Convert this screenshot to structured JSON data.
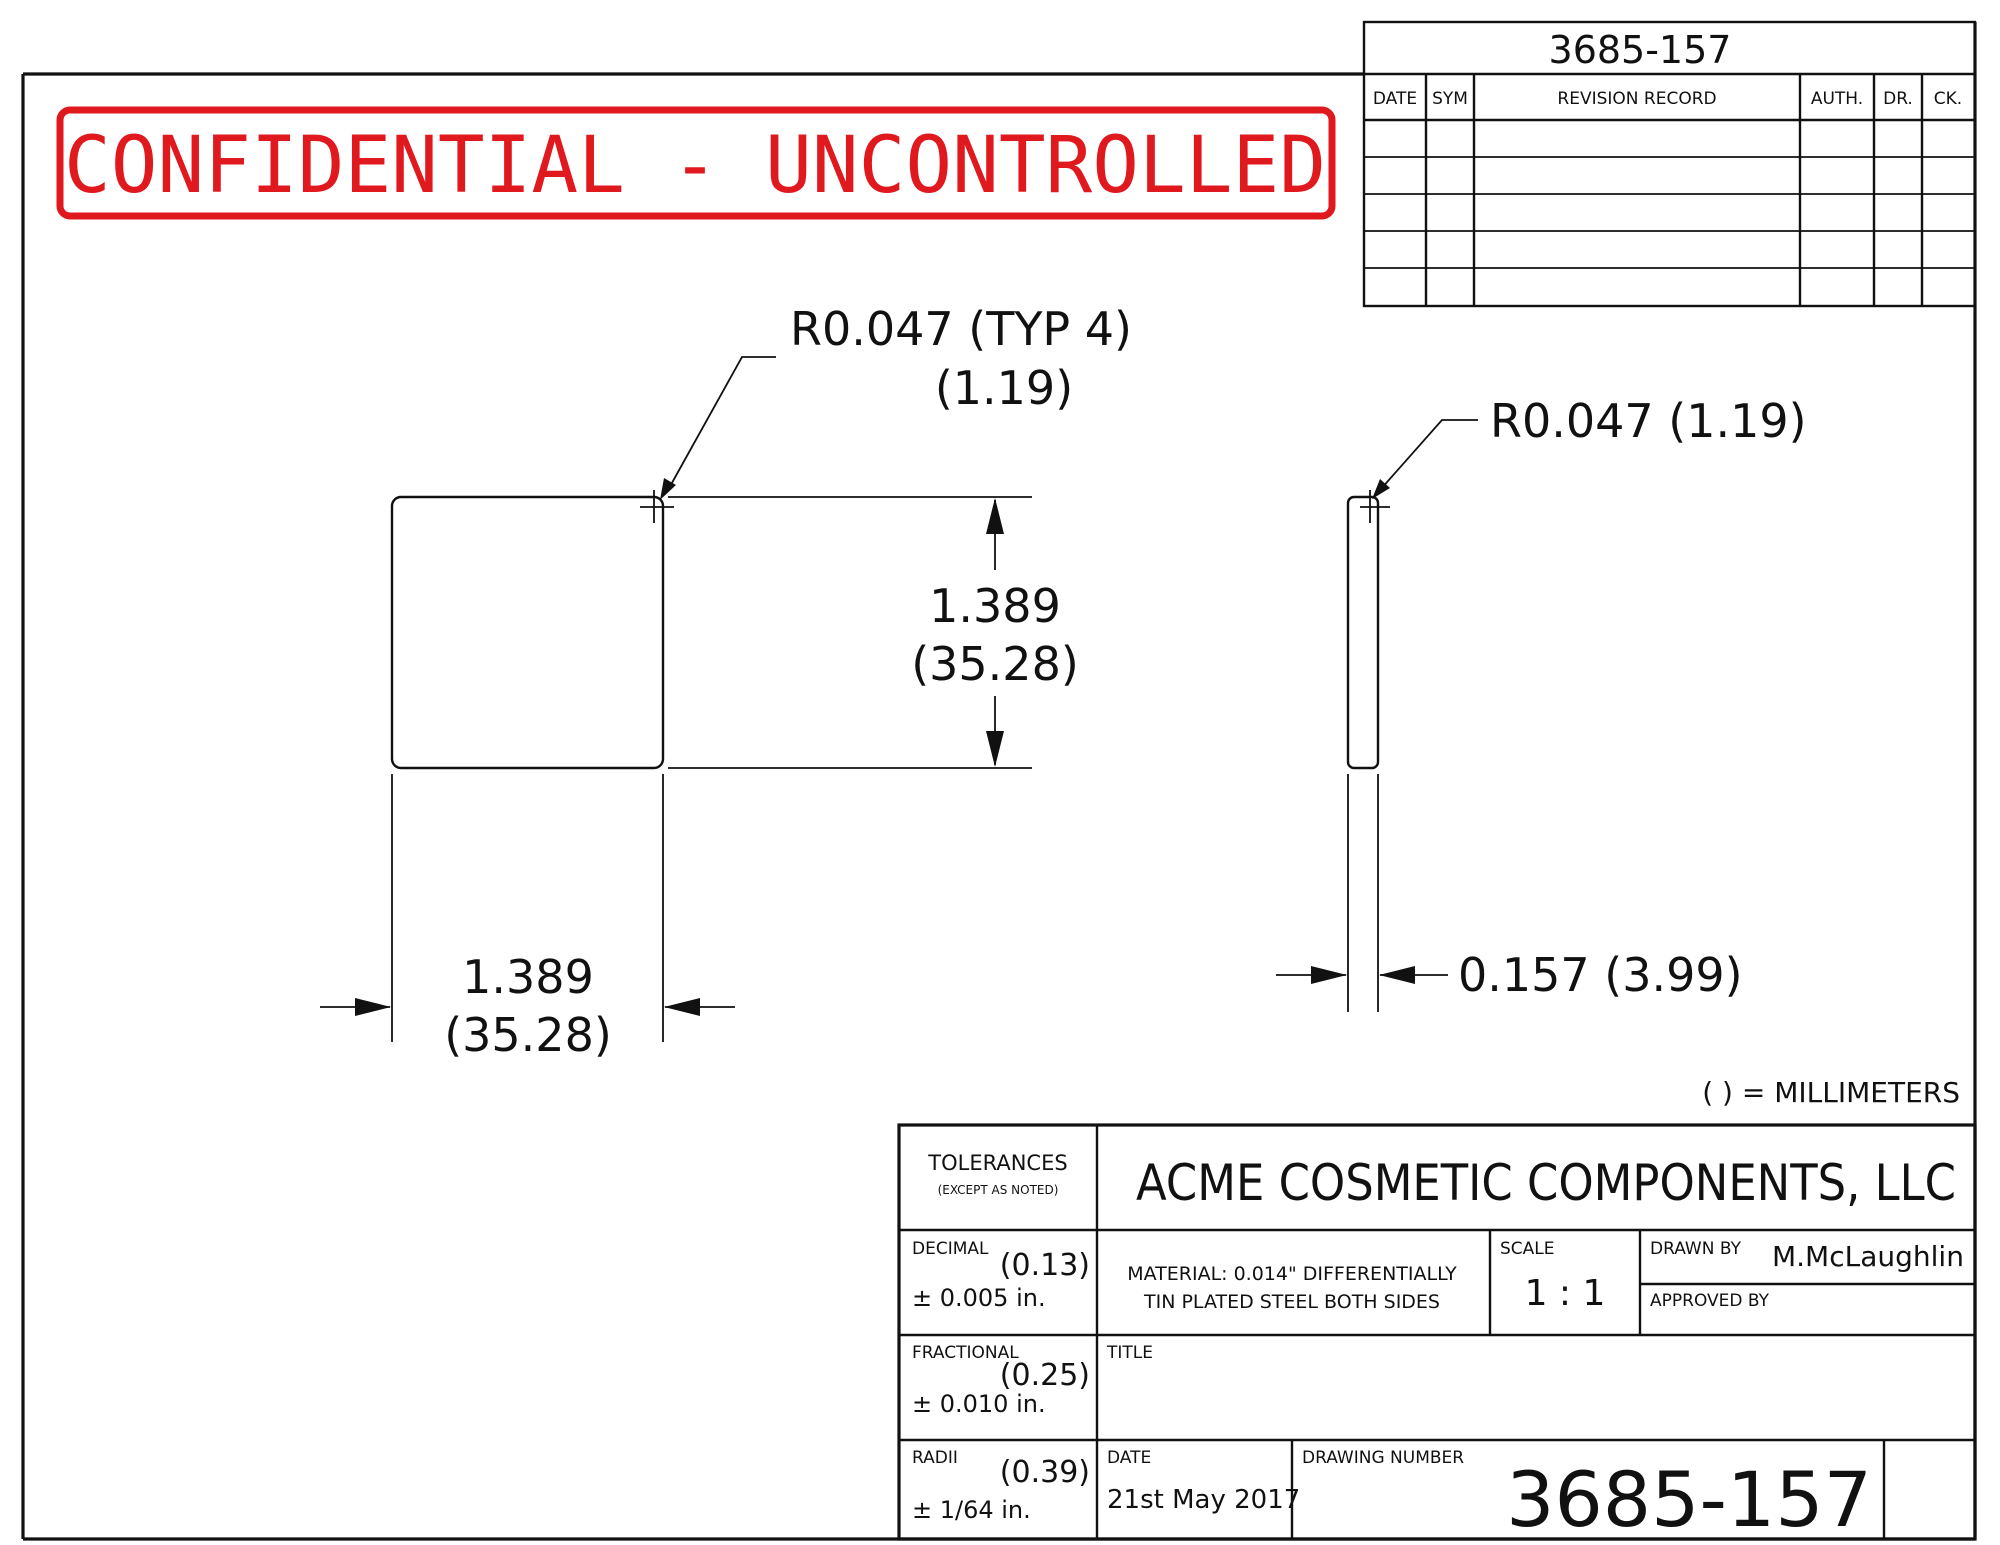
{
  "confidential_banner": {
    "text": "CONFIDENTIAL - UNCONTROLLED",
    "color": "#e0191f"
  },
  "revision_block": {
    "drawing_number": "3685-157",
    "columns": [
      "DATE",
      "SYM",
      "REVISION RECORD",
      "AUTH.",
      "DR.",
      "CK."
    ],
    "rows": 5
  },
  "callouts": {
    "front_radius_line1": "R0.047 (TYP 4)",
    "front_radius_line2": "(1.19)",
    "side_radius": "R0.047 (1.19)"
  },
  "dimensions": {
    "height_in": "1.389",
    "height_mm": "(35.28)",
    "width_in": "1.389",
    "width_mm": "(35.28)",
    "thickness": "0.157 (3.99)"
  },
  "units_note": "( ) = MILLIMETERS",
  "title_block": {
    "company": "ACME COSMETIC COMPONENTS, LLC",
    "tolerances_label": "TOLERANCES",
    "tolerances_sub": "(EXCEPT AS NOTED)",
    "decimal_label": "DECIMAL",
    "decimal_mm": "(0.13)",
    "decimal_in": "± 0.005  in.",
    "fractional_label": "FRACTIONAL",
    "fractional_mm": "(0.25)",
    "fractional_in": "± 0.010  in.",
    "radii_label": "RADII",
    "radii_mm": "(0.39)",
    "radii_in": "± 1/64  in.",
    "material_line1": "MATERIAL: 0.014\" DIFFERENTIALLY",
    "material_line2": "TIN PLATED STEEL BOTH SIDES",
    "scale_label": "SCALE",
    "scale_value": "1 : 1",
    "drawn_by_label": "DRAWN BY",
    "drawn_by_value": "M.McLaughlin",
    "approved_by_label": "APPROVED BY",
    "title_label": "TITLE",
    "date_label": "DATE",
    "date_value": "21st May 2017",
    "drawing_number_label": "DRAWING NUMBER",
    "drawing_number_value": "3685-157"
  }
}
